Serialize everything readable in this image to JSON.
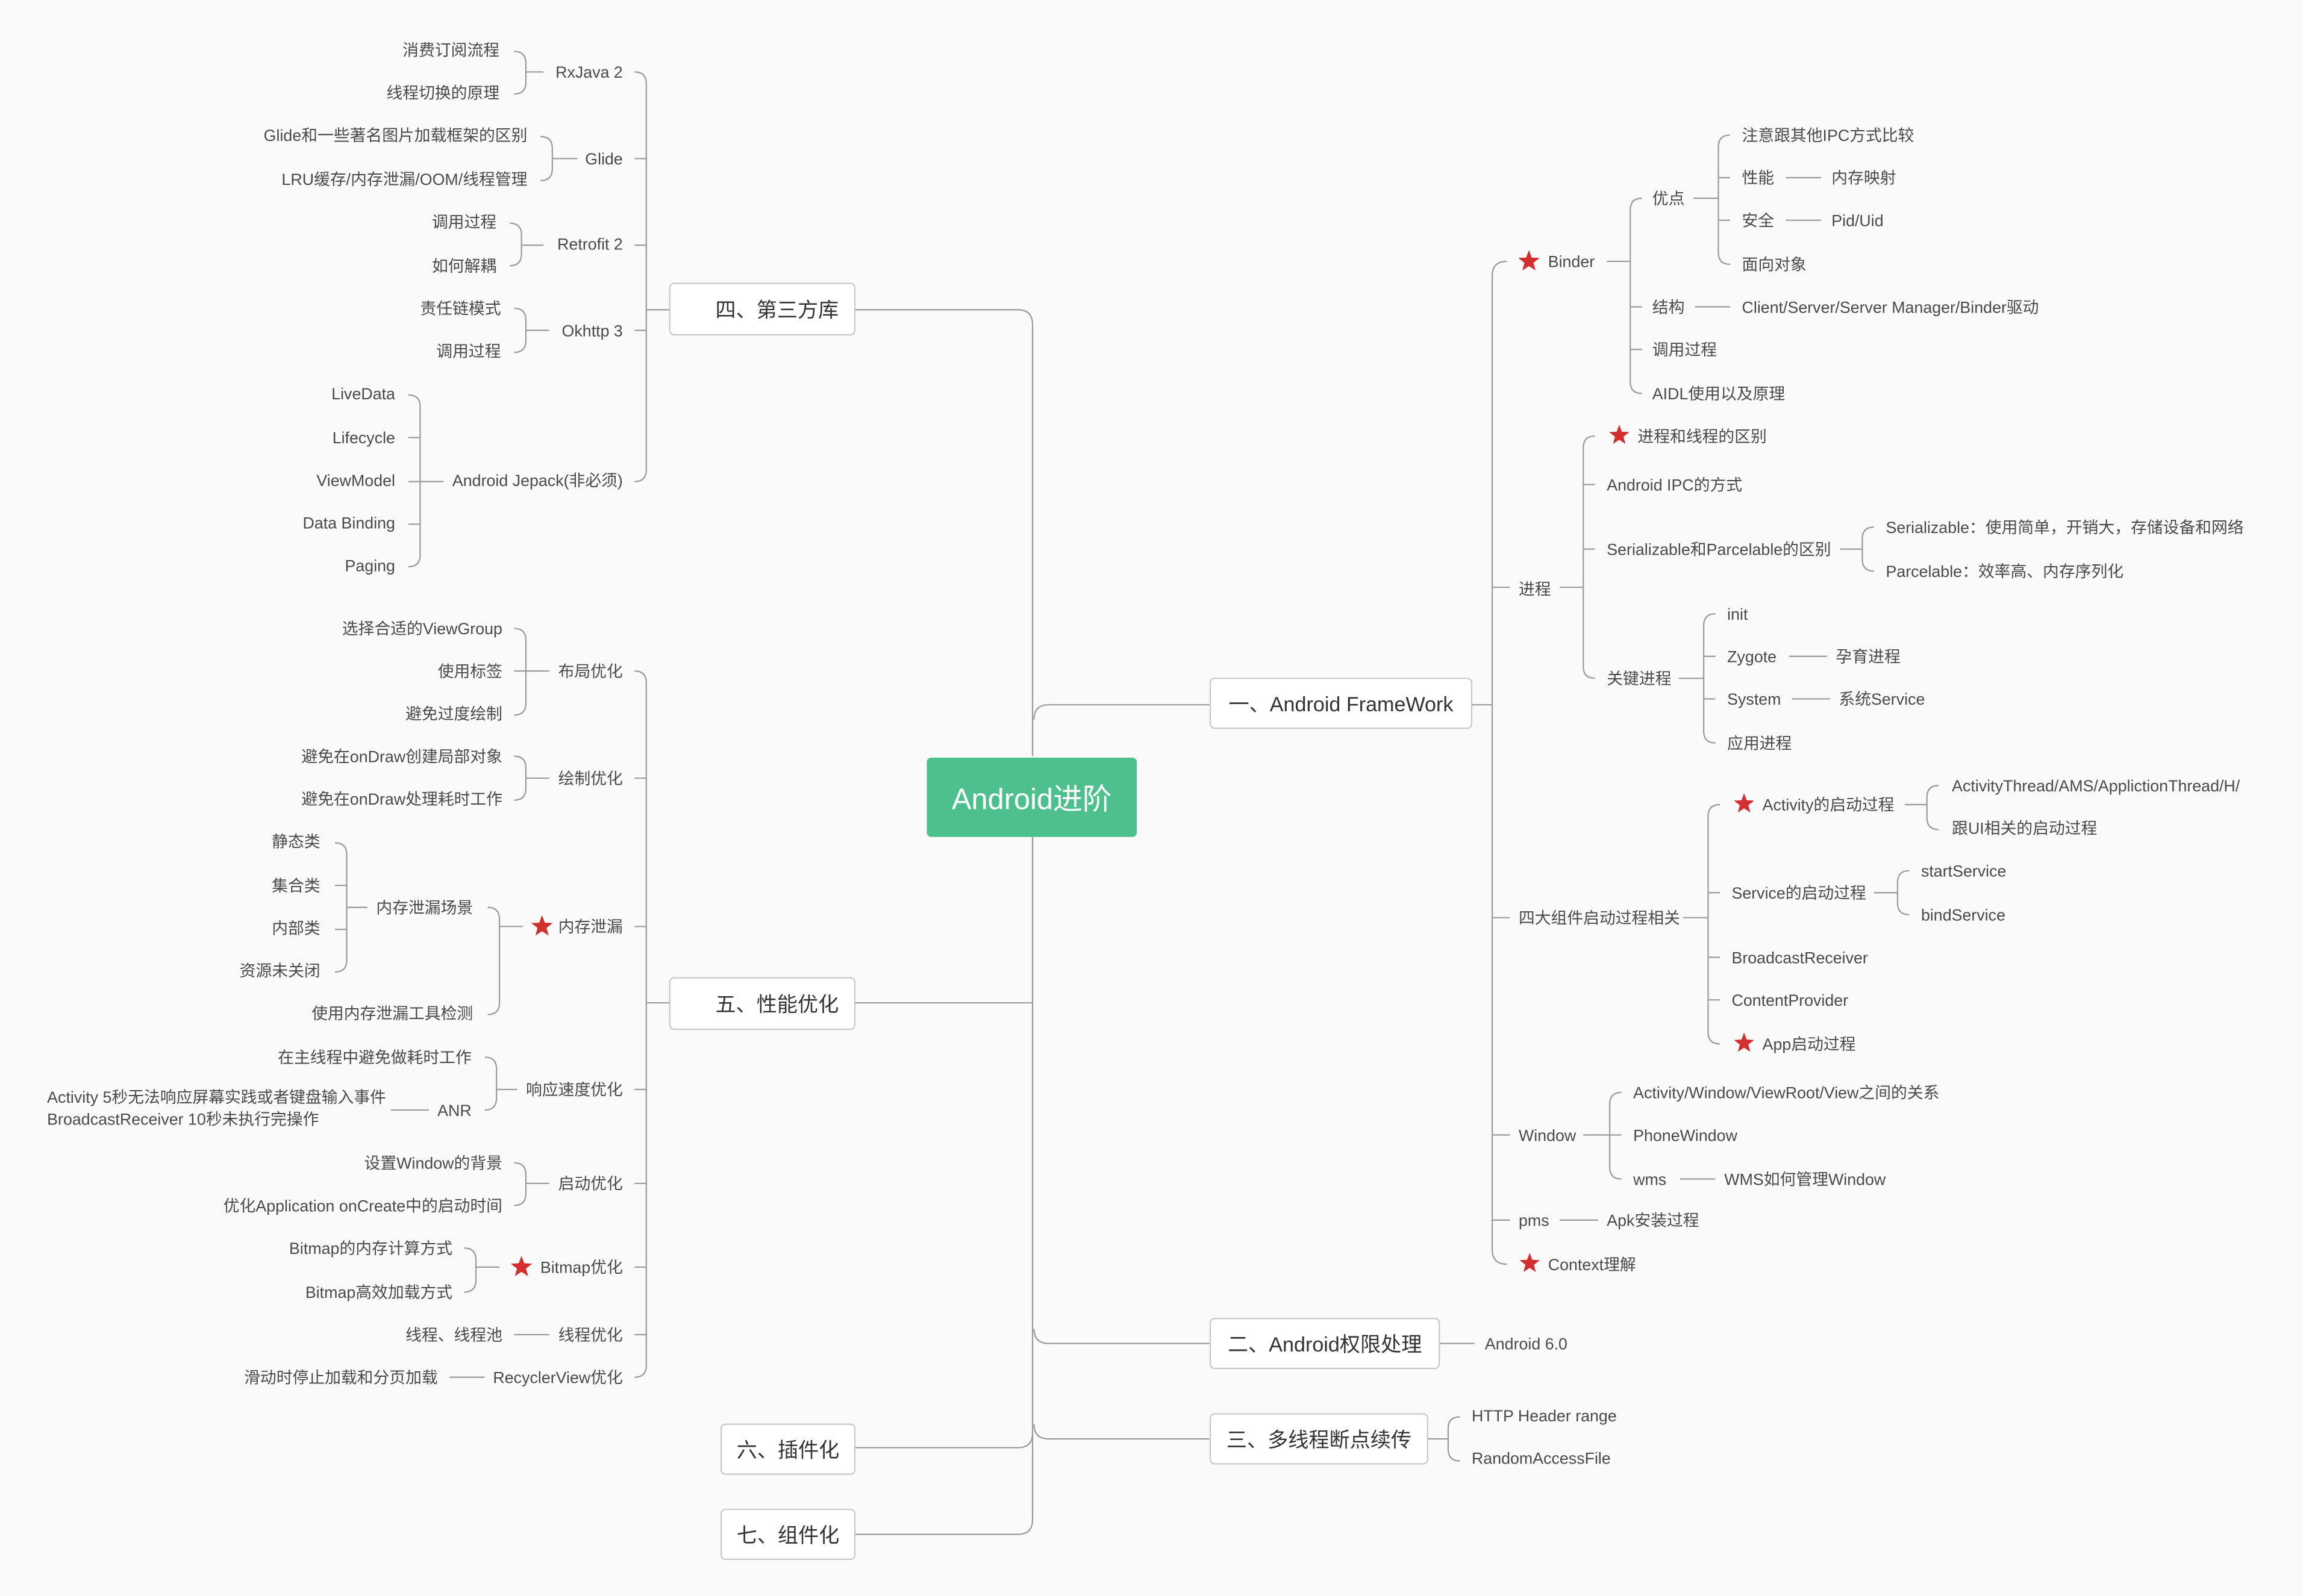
{
  "colors": {
    "background": "#fafafa",
    "root": "#4dc08e",
    "star": "#d32f2f",
    "line": "#9a9a9a",
    "text": "#4a4a4a",
    "box_border": "#c8c8c8"
  },
  "root": {
    "label": "Android进阶"
  },
  "branches": {
    "framework": {
      "label": "一、Android FrameWork",
      "binder": {
        "label": "Binder",
        "advantages": {
          "label": "优点",
          "compare": "注意跟其他IPC方式比较",
          "performance": "性能",
          "performance_note": "内存映射",
          "security": "安全",
          "security_note": "Pid/Uid",
          "oop": "面向对象"
        },
        "structure": {
          "label": "结构",
          "detail": "Client/Server/Server Manager/Binder驱动"
        },
        "call": "调用过程",
        "aidl": "AIDL使用以及原理"
      },
      "process": {
        "label": "进程",
        "vs_thread": "进程和线程的区别",
        "ipc": "Android IPC的方式",
        "serial": {
          "label": "Serializable和Parcelable的区别",
          "s": "Serializable：使用简单，开销大，存储设备和网络",
          "p": "Parcelable：效率高、内存序列化"
        },
        "key": {
          "label": "关键进程",
          "init": "init",
          "zygote": "Zygote",
          "zygote_note": "孕育进程",
          "system": "System",
          "system_note": "系统Service",
          "app": "应用进程"
        }
      },
      "components": {
        "label": "四大组件启动过程相关",
        "activity": {
          "label": "Activity的启动过程",
          "a": "ActivityThread/AMS/ApplictionThread/H/",
          "b": "跟UI相关的启动过程"
        },
        "service": {
          "label": "Service的启动过程",
          "a": "startService",
          "b": "bindService"
        },
        "receiver": "BroadcastReceiver",
        "provider": "ContentProvider",
        "app": "App启动过程"
      },
      "window": {
        "label": "Window",
        "relation": "Activity/Window/ViewRoot/View之间的关系",
        "phone": "PhoneWindow",
        "wms": "wms",
        "wms_note": "WMS如何管理Window"
      },
      "pms": {
        "label": "pms",
        "note": "Apk安装过程"
      },
      "context": "Context理解"
    },
    "permission": {
      "label": "二、Android权限处理",
      "item": "Android 6.0"
    },
    "download": {
      "label": "三、多线程断点续传",
      "a": "HTTP Header range",
      "b": "RandomAccessFile"
    },
    "libs": {
      "label": "四、第三方库",
      "rxjava": {
        "label": "RxJava 2",
        "a": "消费订阅流程",
        "b": "线程切换的原理"
      },
      "glide": {
        "label": "Glide",
        "a": "Glide和一些著名图片加载框架的区别",
        "b": "LRU缓存/内存泄漏/OOM/线程管理"
      },
      "retrofit": {
        "label": "Retrofit 2",
        "a": "调用过程",
        "b": "如何解耦"
      },
      "okhttp": {
        "label": "Okhttp 3",
        "a": "责任链模式",
        "b": "调用过程"
      },
      "jetpack": {
        "label": "Android Jepack(非必须)",
        "a": "LiveData",
        "b": "Lifecycle",
        "c": "ViewModel",
        "d": "Data Binding",
        "e": "Paging"
      }
    },
    "perf": {
      "label": "五、性能优化",
      "layout": {
        "label": "布局优化",
        "a": "选择合适的ViewGroup",
        "b": "使用标签",
        "c": "避免过度绘制"
      },
      "draw": {
        "label": "绘制优化",
        "a": "避免在onDraw创建局部对象",
        "b": "避免在onDraw处理耗时工作"
      },
      "leak": {
        "label": "内存泄漏",
        "scene": "内存泄漏场景",
        "s1": "静态类",
        "s2": "集合类",
        "s3": "内部类",
        "s4": "资源未关闭",
        "tool": "使用内存泄漏工具检测"
      },
      "response": {
        "label": "响应速度优化",
        "a": "在主线程中避免做耗时工作",
        "anr": "ANR",
        "anr1": "Activity 5秒无法响应屏幕实践或者键盘输入事件",
        "anr2": "BroadcastReceiver 10秒未执行完操作"
      },
      "startup": {
        "label": "启动优化",
        "a": "设置Window的背景",
        "b": "优化Application onCreate中的启动时间"
      },
      "bitmap": {
        "label": "Bitmap优化",
        "a": "Bitmap的内存计算方式",
        "b": "Bitmap高效加载方式"
      },
      "thread": {
        "label": "线程优化",
        "a": "线程、线程池"
      },
      "recycler": {
        "label": "RecyclerView优化",
        "a": "滑动时停止加载和分页加载"
      }
    },
    "plugin": {
      "label": "六、插件化"
    },
    "component": {
      "label": "七、组件化"
    }
  }
}
